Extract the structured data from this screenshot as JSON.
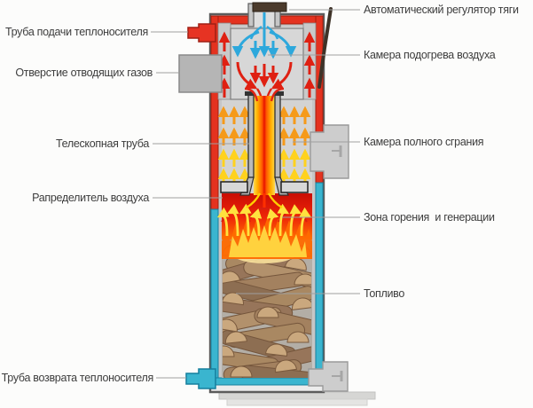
{
  "figure": {
    "type": "boiler-cross-section-diagram",
    "labels": {
      "left": [
        "Труба подачи теплоносителя",
        "Отверстие отводящих газов",
        "Телескопная труба",
        "Рапределитель воздуха",
        "Труба возврата теплоносителя"
      ],
      "right": [
        "Автоматический регулятор тяги",
        "Камера подогрева воздуха",
        "Камера полного сграния",
        "Зона горения  и генерации",
        "Топливо"
      ]
    },
    "colors": {
      "hot_water_jacket": "#e4321f",
      "cold_water_jacket": "#3ab5cf",
      "cold_air_arrows": "#2da8dc",
      "hot_air_arrows": "#df2012",
      "flue_gas_orange": "#f59a1a",
      "flue_gas_yellow": "#ffd21e",
      "fire_zone": "#e8230b",
      "flame_yellow": "#ffd23e",
      "wood": "#a3815f",
      "metal_gray": "#c9c9c9",
      "regulator_dark": "#4c3b2c",
      "label_text": "#3d3d3d",
      "pointer_line": "#9f9f9f"
    }
  }
}
